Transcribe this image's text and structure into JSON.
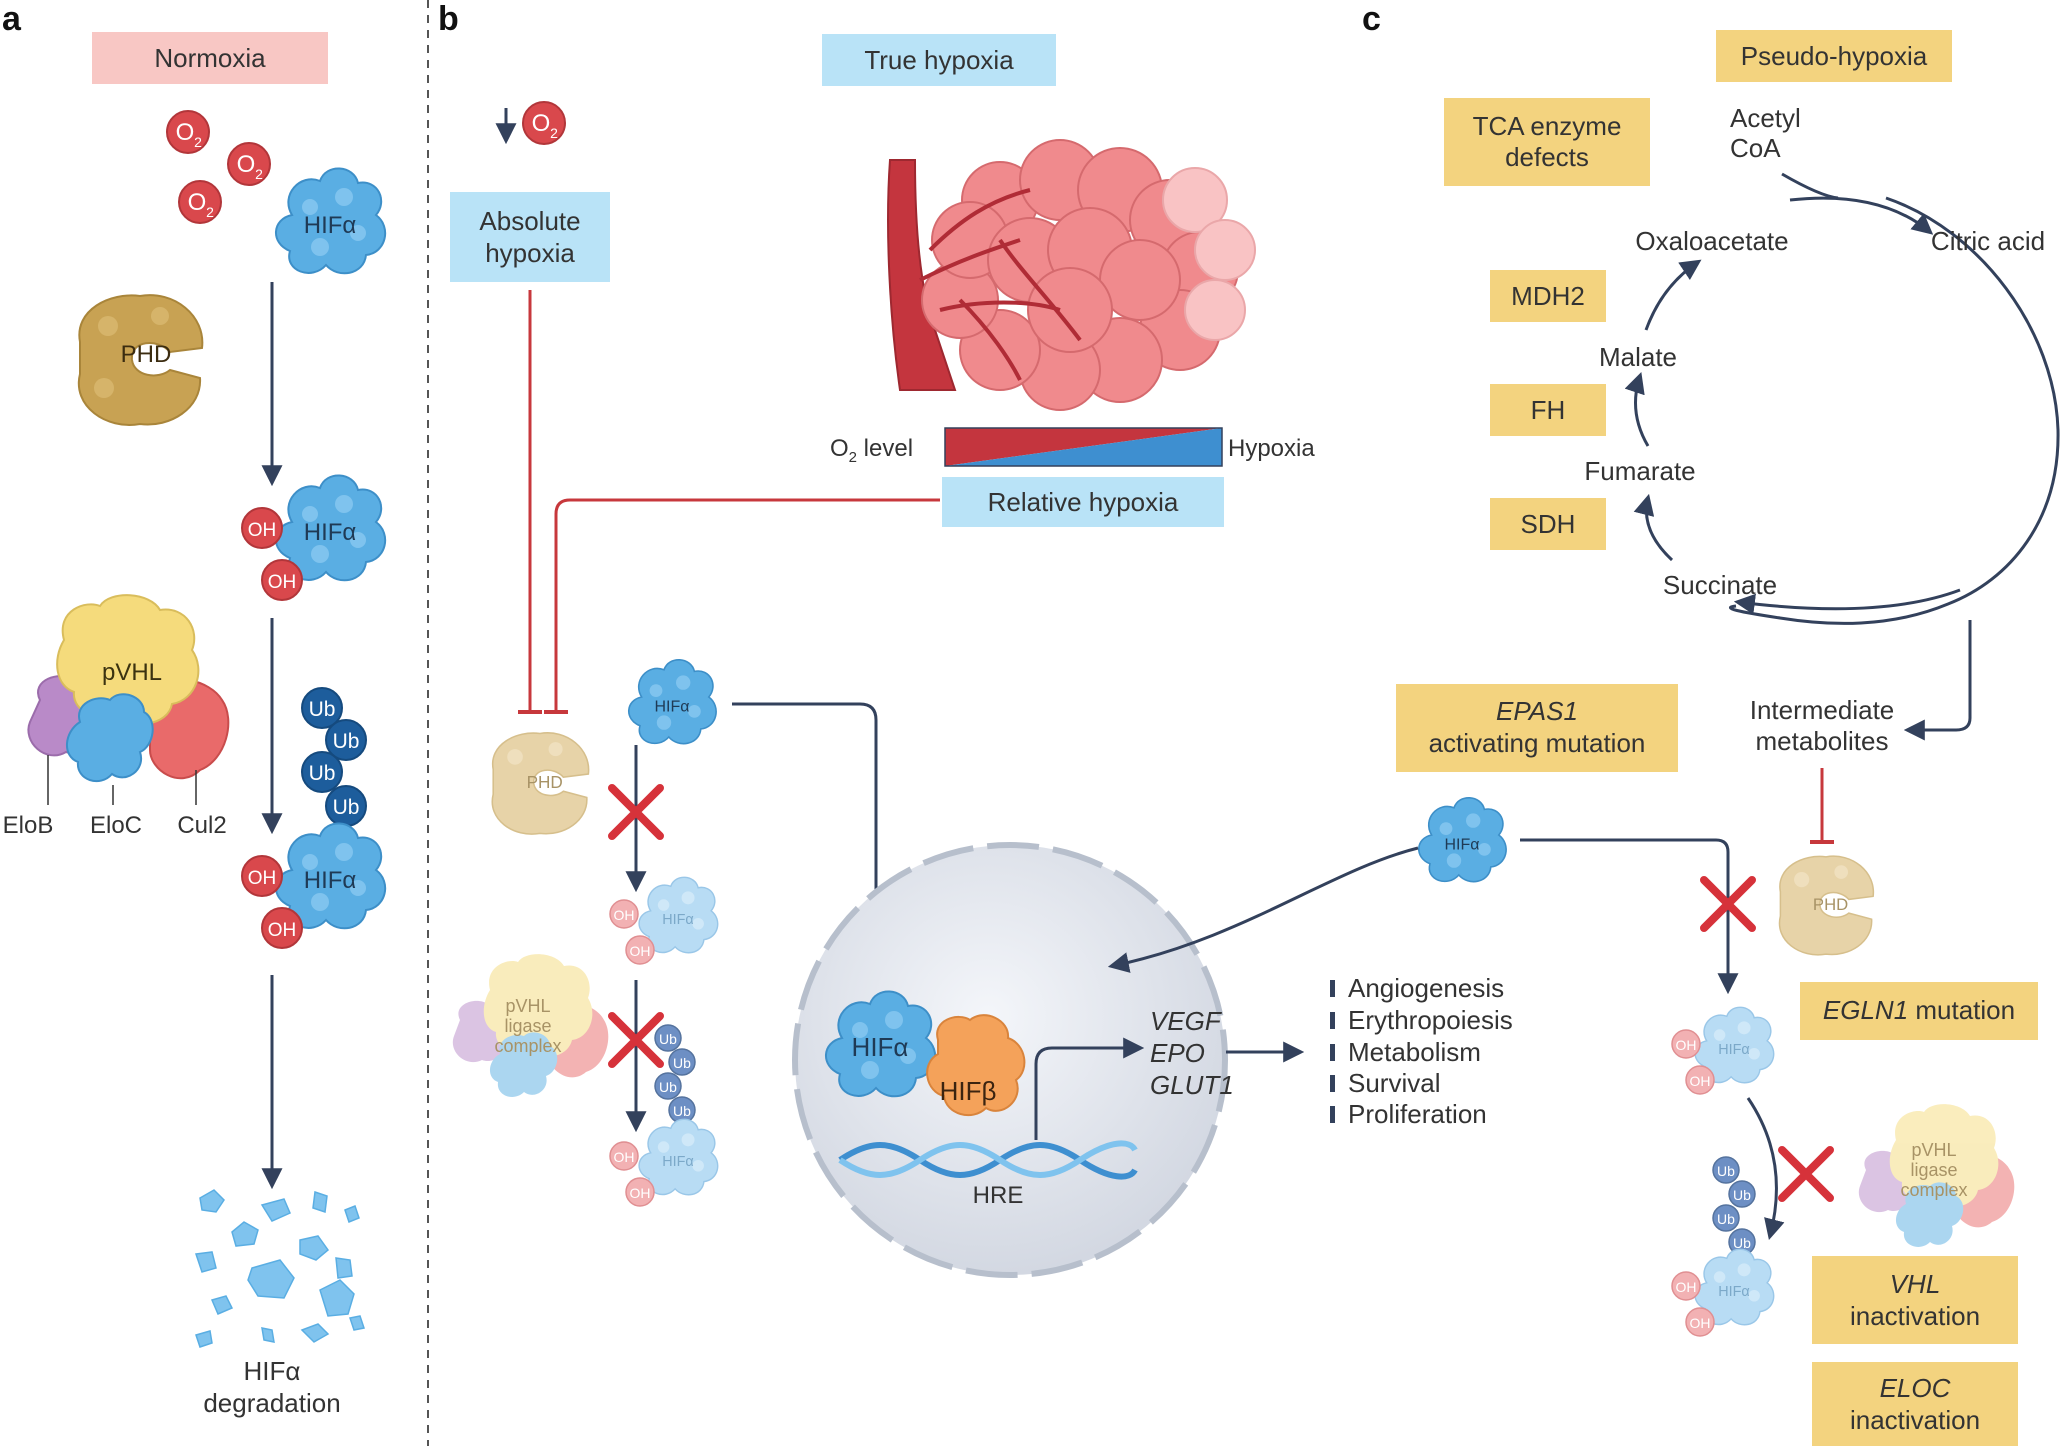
{
  "panels": {
    "a": {
      "letter": "a",
      "title": "Normoxia",
      "o2_labels": [
        "O",
        "O",
        "O"
      ],
      "o2_subscript": "2",
      "hif_label": "HIFα",
      "phd_label": "PHD",
      "oh_label": "OH",
      "pvhl_label": "pVHL",
      "elob_label": "EloB",
      "eloc_label": "EloC",
      "cul2_label": "Cul2",
      "ub_label": "Ub",
      "degradation_line1": "HIFα",
      "degradation_line2": "degradation"
    },
    "b": {
      "letter": "b",
      "title": "True hypoxia",
      "absolute_line1": "Absolute",
      "absolute_line2": "hypoxia",
      "o2_level_prefix": "O",
      "o2_level_sub": "2",
      "o2_level_suffix": " level",
      "hypoxia_label": "Hypoxia",
      "relative_hypoxia": "Relative hypoxia",
      "phd_label": "PHD",
      "hif_label": "HIFα",
      "hifb_label": "HIFβ",
      "pvhl_line1": "pVHL",
      "pvhl_line2": "ligase",
      "pvhl_line3": "complex",
      "oh_label": "OH",
      "ub_label": "Ub",
      "hre_label": "HRE",
      "genes": [
        "VEGF",
        "EPO",
        "GLUT1"
      ],
      "outcomes": [
        "Angiogenesis",
        "Erythropoiesis",
        "Metabolism",
        "Survival",
        "Proliferation"
      ]
    },
    "c": {
      "letter": "c",
      "title": "Pseudo-hypoxia",
      "tca_line1": "TCA enzyme",
      "tca_line2": "defects",
      "acetyl_line1": "Acetyl",
      "acetyl_line2": "CoA",
      "cycle": [
        "Oxaloacetate",
        "Citric acid",
        "Malate",
        "Fumarate",
        "Succinate"
      ],
      "enzymes": [
        "MDH2",
        "FH",
        "SDH"
      ],
      "intermediate_line1": "Intermediate",
      "intermediate_line2": "metabolites",
      "epas1_italic": "EPAS1",
      "epas1_rest": "activating mutation",
      "egln1_italic": "EGLN1",
      "egln1_rest": " mutation",
      "vhl_italic": "VHL",
      "vhl_rest": "inactivation",
      "eloc_italic": "ELOC",
      "eloc_rest": "inactivation",
      "hif_label": "HIFα",
      "phd_label": "PHD",
      "oh_label": "OH",
      "ub_label": "Ub",
      "pvhl_line1": "pVHL",
      "pvhl_line2": "ligase",
      "pvhl_line3": "complex"
    }
  },
  "colors": {
    "pink_box": "#f8c7c4",
    "blue_box": "#b9e3f7",
    "yellow_box": "#f3d37f",
    "arrow_dark": "#33415c",
    "inhibit_red": "#c7383c",
    "hif_blue": "#5aaee3",
    "phd_tan": "#c8a253",
    "pvhl_yellow": "#f5db7c",
    "ub_blue": "#1d5d9c",
    "oh_red": "#d9484c"
  }
}
